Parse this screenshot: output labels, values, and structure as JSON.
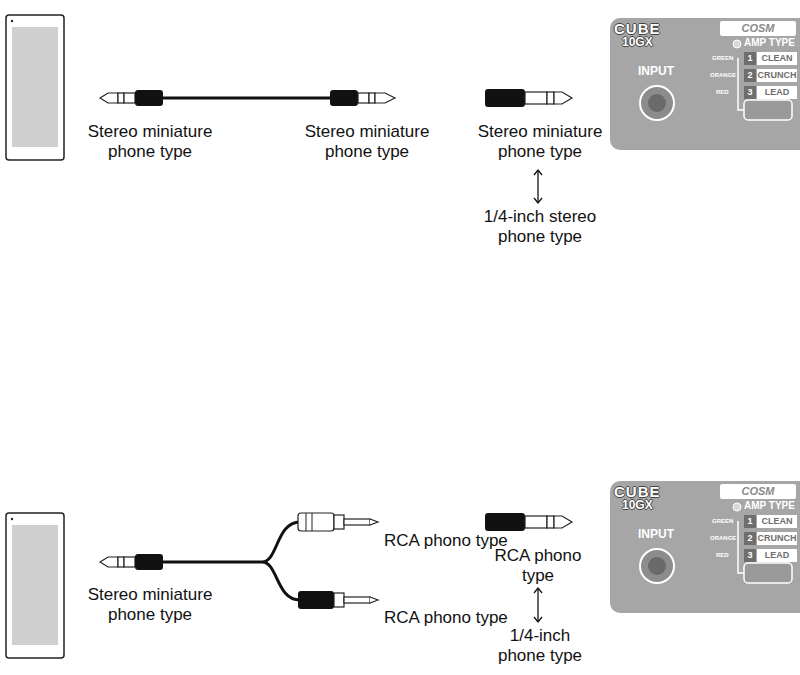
{
  "diagram": {
    "labels": [
      "Stereo miniature phone type",
      "Stereo miniature phone type",
      "Stereo miniature phone type",
      "1/4-inch stereo phone type",
      "CUBE",
      "10GX",
      "COSM",
      "INPUT",
      "AMP TYPE",
      "GREEN",
      "1",
      "CLEAN",
      "ORANGE",
      "2",
      "CRUNCH",
      "RED",
      "3",
      "LEAD",
      "Stereo miniature phone type",
      "RCA phono type",
      "RCA phono type",
      "RCA phono type",
      "1/4-inch phone type",
      "CUBE",
      "10GX",
      "COSM",
      "INPUT",
      "AMP TYPE",
      "GREEN",
      "1",
      "CLEAN",
      "ORANGE",
      "2",
      "CRUNCH",
      "RED",
      "3",
      "LEAD"
    ]
  }
}
